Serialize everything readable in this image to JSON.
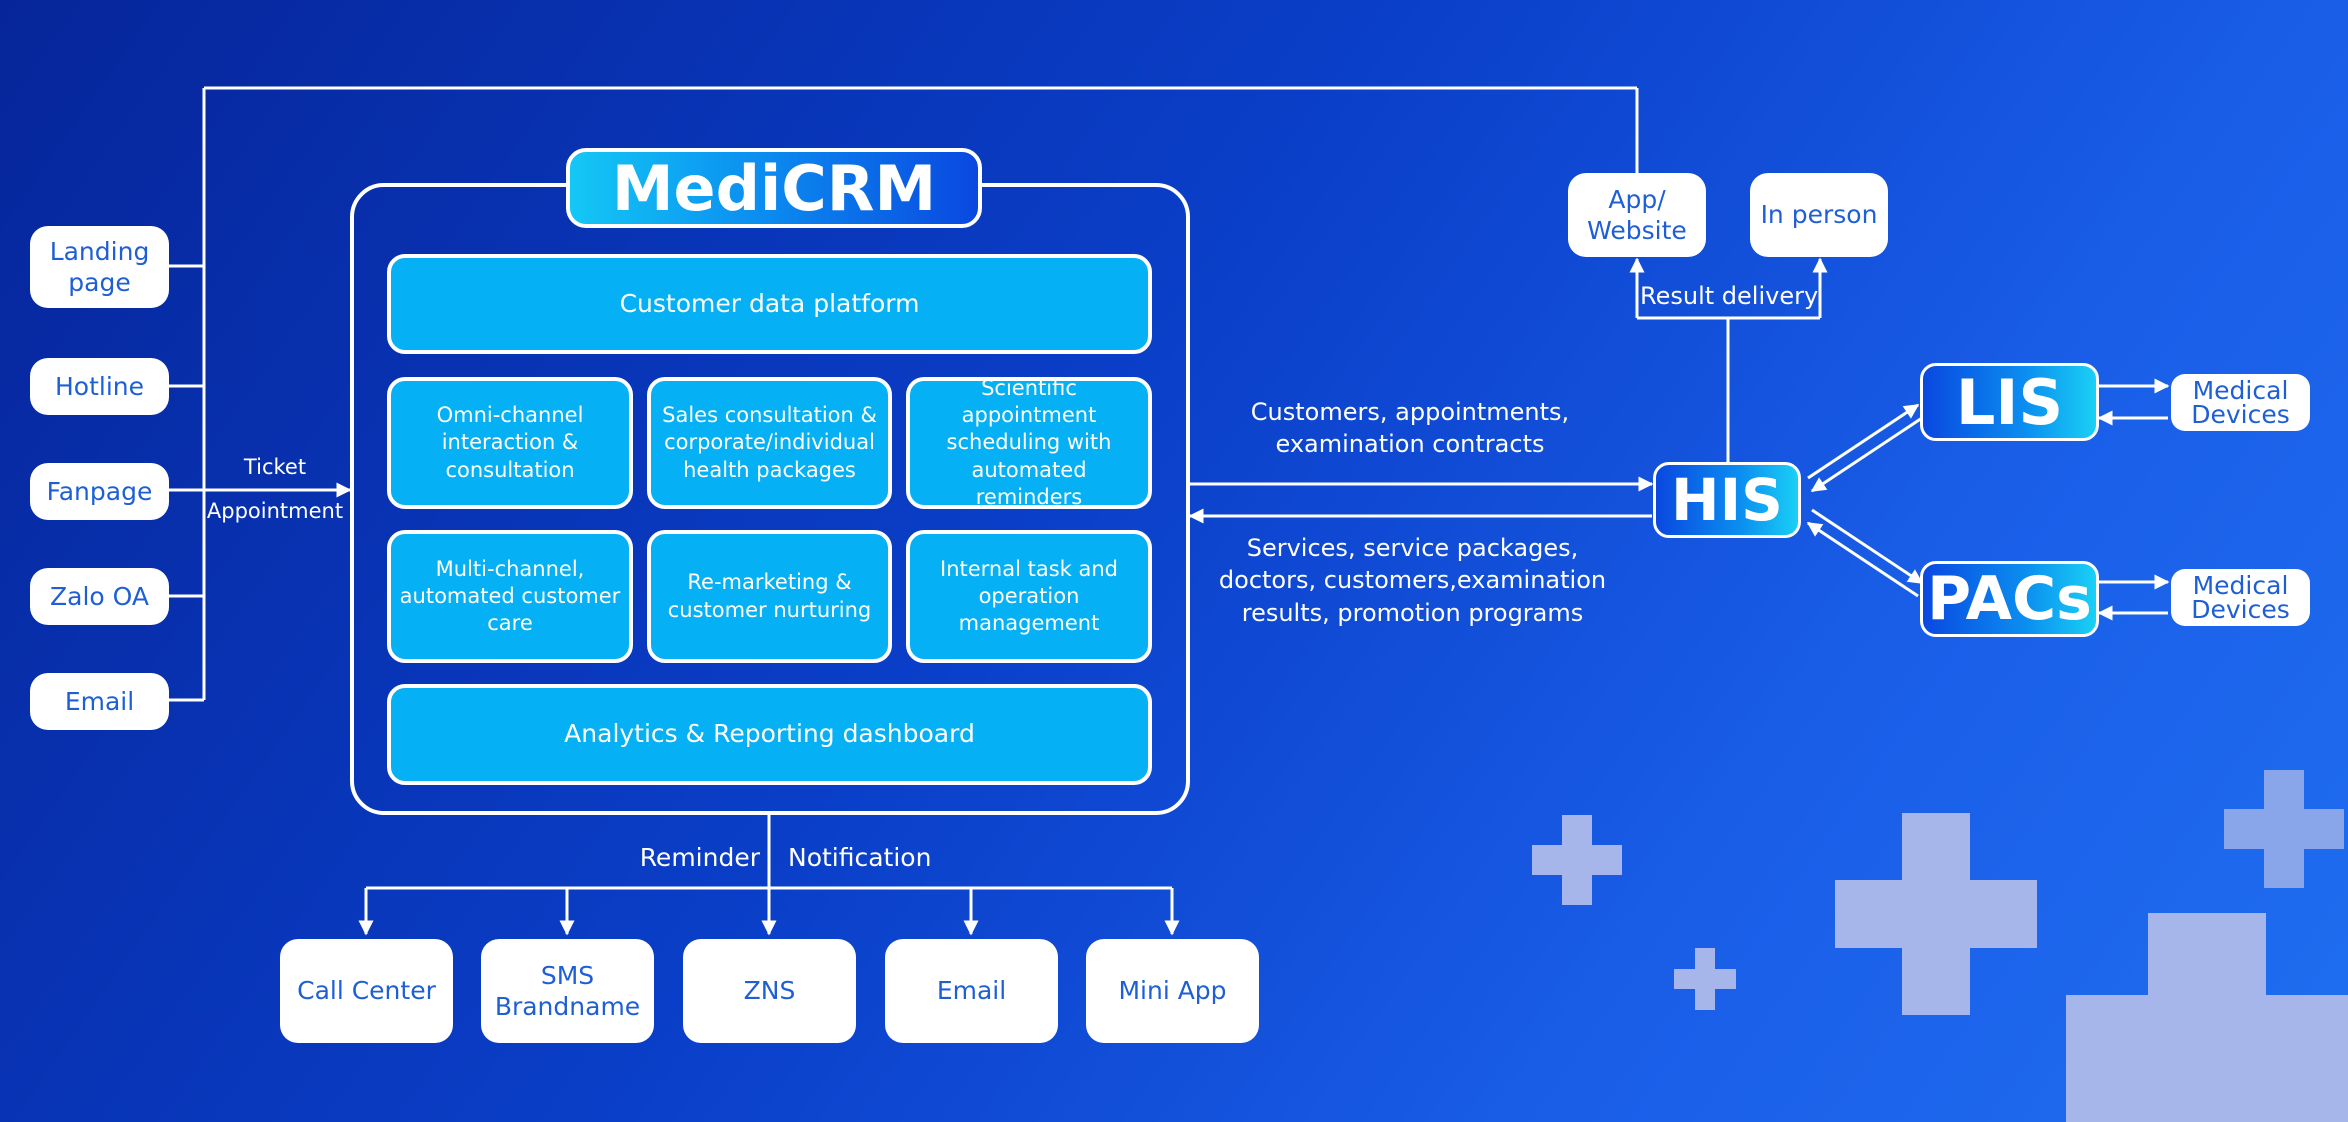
{
  "crm": {
    "title": "MediCRM",
    "modules": {
      "cdp": "Customer data platform",
      "omni": "Omni-channel interaction & consultation",
      "sales": "Sales consultation & corporate/individual health packages",
      "scheduling": "Scientific appointment scheduling with automated reminders",
      "care": "Multi-channel, automated customer care",
      "remarketing": "Re-marketing & customer nurturing",
      "tasks": "Internal task and operation management",
      "analytics": "Analytics & Reporting dashboard"
    }
  },
  "sources": {
    "landing": "Landing page",
    "hotline": "Hotline",
    "fanpage": "Fanpage",
    "zalo": "Zalo OA",
    "email": "Email"
  },
  "labels": {
    "ticket": "Ticket",
    "appointment": "Appointment",
    "reminder": "Reminder",
    "notification": "Notification",
    "to_his": "Customers, appointments, examination contracts",
    "from_his": "Services, service packages, doctors, customers,examination results, promotion programs",
    "result_delivery": "Result delivery"
  },
  "channels": {
    "call_center": "Call Center",
    "sms": "SMS Brandname",
    "zns": "ZNS",
    "email": "Email",
    "mini_app": "Mini App"
  },
  "his": "HIS",
  "lis": "LIS",
  "pacs": "PACs",
  "devices": {
    "lis_devices": "Medical Devices",
    "pacs_devices": "Medical Devices"
  },
  "delivery": {
    "app": "App/ Website",
    "in_person": "In person"
  }
}
